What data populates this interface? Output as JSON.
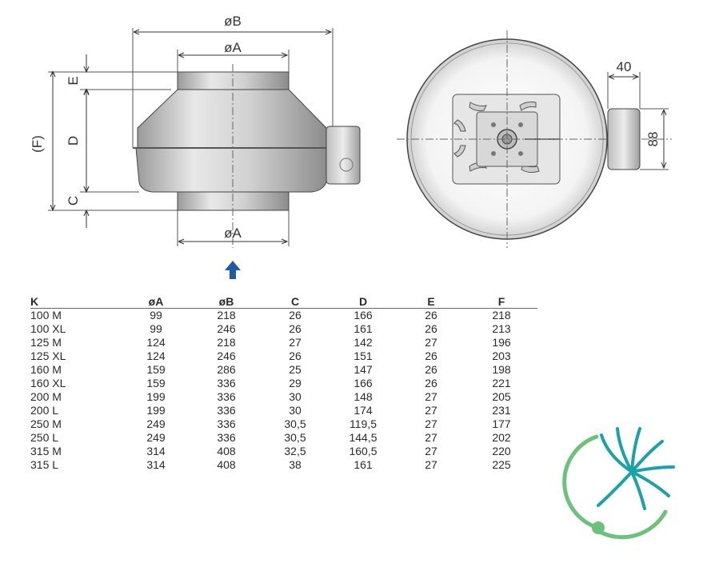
{
  "diagram": {
    "labels": {
      "dim_b_top": "øB",
      "dim_a_top": "øA",
      "dim_a_bottom": "øA",
      "dim_e": "E",
      "dim_d": "D",
      "dim_c": "C",
      "dim_f": "(F)",
      "dim_40": "40",
      "dim_88": "88"
    },
    "colors": {
      "arrow": "#1f5aa6",
      "logo_green": "#6cc27a",
      "logo_teal": "#1aa3a6",
      "line": "#333333"
    }
  },
  "table": {
    "headers": [
      "K",
      "øA",
      "øB",
      "C",
      "D",
      "E",
      "F"
    ],
    "rows": [
      [
        "100 M",
        "99",
        "218",
        "26",
        "166",
        "26",
        "218"
      ],
      [
        "100 XL",
        "99",
        "246",
        "26",
        "161",
        "26",
        "213"
      ],
      [
        "125 M",
        "124",
        "218",
        "27",
        "142",
        "27",
        "196"
      ],
      [
        "125 XL",
        "124",
        "246",
        "26",
        "151",
        "26",
        "203"
      ],
      [
        "160 M",
        "159",
        "286",
        "25",
        "147",
        "26",
        "198"
      ],
      [
        "160 XL",
        "159",
        "336",
        "29",
        "166",
        "26",
        "221"
      ],
      [
        "200 M",
        "199",
        "336",
        "30",
        "148",
        "27",
        "205"
      ],
      [
        "200 L",
        "199",
        "336",
        "30",
        "174",
        "27",
        "231"
      ],
      [
        "250 M",
        "249",
        "336",
        "30,5",
        "119,5",
        "27",
        "177"
      ],
      [
        "250 L",
        "249",
        "336",
        "30,5",
        "144,5",
        "27",
        "202"
      ],
      [
        "315 M",
        "314",
        "408",
        "32,5",
        "160,5",
        "27",
        "220"
      ],
      [
        "315 L",
        "314",
        "408",
        "38",
        "161",
        "27",
        "225"
      ]
    ]
  }
}
